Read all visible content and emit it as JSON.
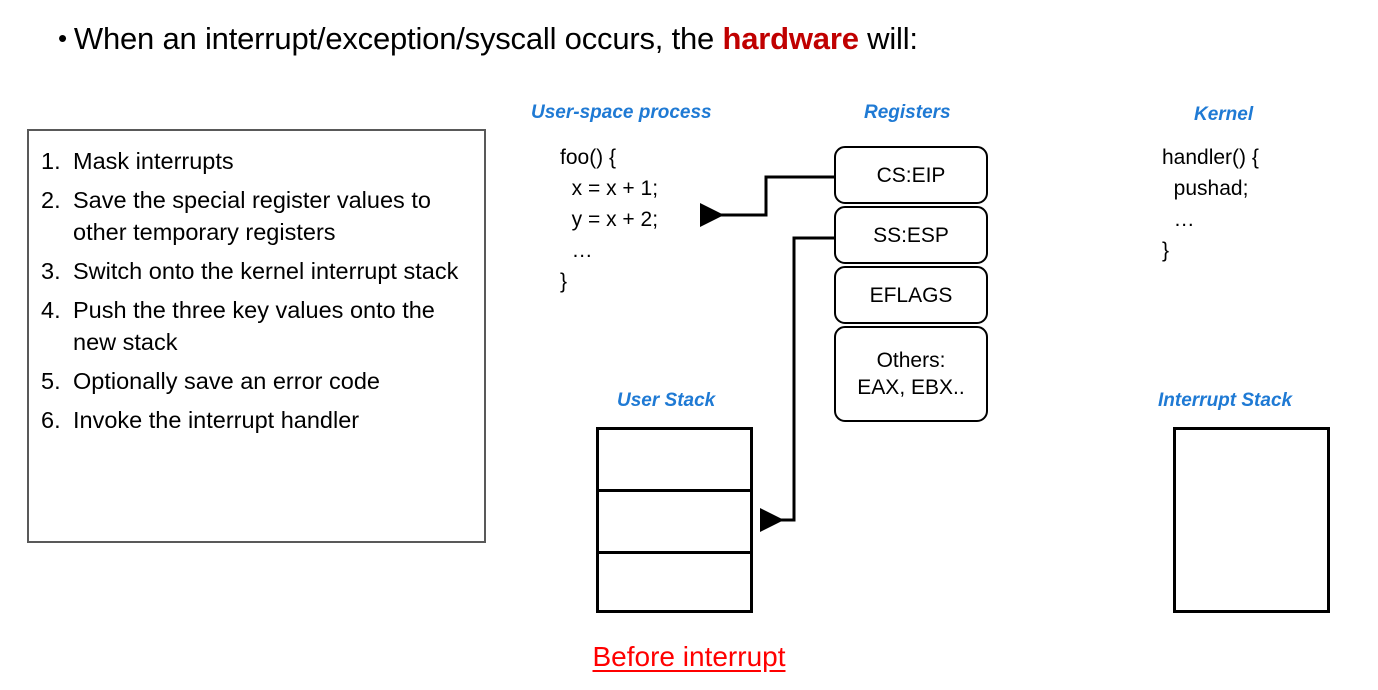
{
  "title": {
    "bullet": "•",
    "before": "When an interrupt/exception/syscall occurs, the ",
    "highlight": "hardware",
    "after": " will:",
    "highlight_color": "#c00000"
  },
  "steps_box": {
    "items": [
      {
        "num": "1.",
        "text": "Mask interrupts"
      },
      {
        "num": "2.",
        "text": "Save the special register values to other temporary registers"
      },
      {
        "num": "3.",
        "text": "Switch onto the kernel interrupt stack"
      },
      {
        "num": "4.",
        "text": "Push the three key values onto the new stack"
      },
      {
        "num": "5.",
        "text": "Optionally save an error code"
      },
      {
        "num": "6.",
        "text": "Invoke the interrupt handler"
      }
    ]
  },
  "columns": {
    "user_space_heading": "User-space process",
    "registers_heading": "Registers",
    "kernel_heading": "Kernel",
    "user_stack_heading": "User Stack",
    "interrupt_stack_heading": "Interrupt Stack",
    "heading_color": "#1f7ad4"
  },
  "user_code": "foo() {\n  x = x + 1;\n  y = x + 2;\n  …\n}",
  "kernel_code": "handler() {\n  pushad;\n  …\n}",
  "registers": [
    {
      "label": "CS:EIP"
    },
    {
      "label": "SS:ESP"
    },
    {
      "label": "EFLAGS"
    },
    {
      "label": "Others:\nEAX, EBX.."
    }
  ],
  "user_stack": {
    "cells": [
      "",
      "",
      ""
    ]
  },
  "interrupt_stack": {
    "cells": [
      ""
    ]
  },
  "caption": {
    "text": "Before interrupt",
    "color": "#ff0000"
  }
}
